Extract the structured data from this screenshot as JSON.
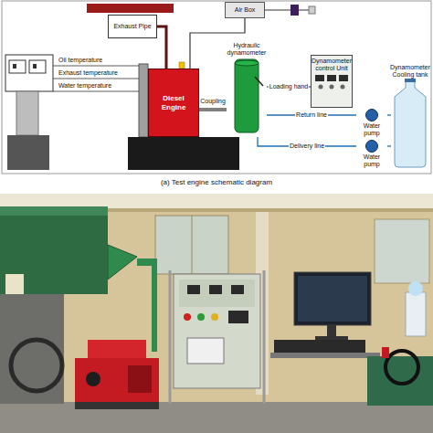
{
  "diagram": {
    "caption": "(a) Test engine schematic diagram",
    "nodes": [
      {
        "text": [
          "Exhaust Pipe"
        ]
      },
      {
        "text": [
          "Air Box"
        ]
      },
      {
        "text": [
          "Diesel Engine"
        ]
      },
      {
        "text": [
          "Hydraulic dynamometer"
        ]
      },
      {
        "text": [
          "Dynamometer control Unit"
        ]
      },
      {
        "text": [
          "Water pump"
        ]
      },
      {
        "text": [
          "Water pump"
        ]
      },
      {
        "text": [
          "Dynamometer Cooling tank"
        ]
      }
    ],
    "edges": [
      {
        "from": 0,
        "to": 2,
        "arrow": "none"
      },
      {
        "from": 1,
        "to": 2,
        "arrow": "none"
      },
      {
        "from": 2,
        "to": 3,
        "arrow": "none"
      },
      {
        "from": 3,
        "to": 4,
        "label": "Loading hand",
        "arrow": "none"
      },
      {
        "from": 3,
        "to": 5,
        "label": "Return line",
        "arrow": "none"
      },
      {
        "from": 6,
        "to": 3,
        "label": "Delivery line",
        "arrow": "none"
      },
      {
        "from": 5,
        "to": 7,
        "arrow": "none"
      },
      {
        "from": 6,
        "to": 7,
        "arrow": "none"
      }
    ],
    "labels": [
      "Oil temperature",
      "Exhaust temperature",
      "Water temperature",
      "Coupling"
    ]
  }
}
